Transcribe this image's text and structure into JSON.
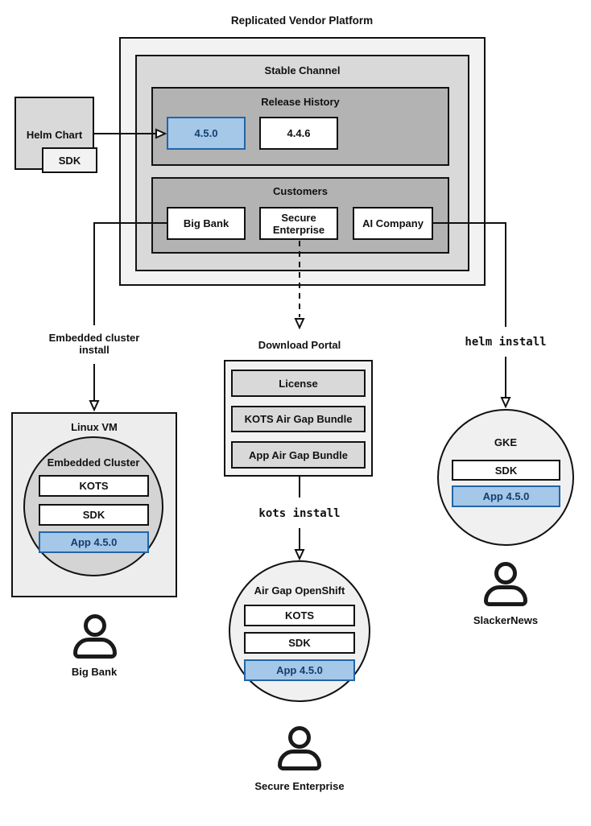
{
  "title": "Replicated Vendor Platform",
  "colors": {
    "platform_fill": "#f2f2f2",
    "channel_fill": "#d9d9d9",
    "group_fill": "#b3b3b3",
    "highlight_fill": "#a5c7e8",
    "highlight_border": "#2265a8",
    "highlight_text": "#123f6f",
    "line": "#111111"
  },
  "platform": {
    "stable_channel": {
      "label": "Stable Channel",
      "release_history": {
        "label": "Release History",
        "releases": [
          {
            "label": "4.5.0",
            "highlighted": true
          },
          {
            "label": "4.4.6",
            "highlighted": false
          }
        ]
      },
      "customers": {
        "label": "Customers",
        "items": [
          "Big Bank",
          "Secure Enterprise",
          "AI Company"
        ]
      }
    }
  },
  "helm_chart": {
    "label": "Helm Chart",
    "sdk_label": "SDK"
  },
  "branches": {
    "left": {
      "edge_label": "Embedded cluster install",
      "vm_label": "Linux VM",
      "cluster_label": "Embedded Cluster",
      "components": [
        "KOTS",
        "SDK"
      ],
      "app_label": "App 4.5.0",
      "user": "Big Bank"
    },
    "middle": {
      "portal": {
        "label": "Download Portal",
        "items": [
          "License",
          "KOTS Air Gap Bundle",
          "App Air Gap Bundle"
        ]
      },
      "command": "kots install",
      "cluster_label": "Air Gap OpenShift",
      "components": [
        "KOTS",
        "SDK"
      ],
      "app_label": "App 4.5.0",
      "user": "Secure Enterprise"
    },
    "right": {
      "command": "helm install",
      "cluster_label": "GKE",
      "components": [
        "SDK"
      ],
      "app_label": "App 4.5.0",
      "user": "SlackerNews"
    }
  }
}
